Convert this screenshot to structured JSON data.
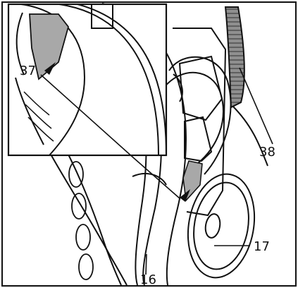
{
  "labels": {
    "label_37": "37",
    "label_38": "38",
    "label_17": "17",
    "label_16": "16"
  },
  "colors": {
    "ink": "#111111",
    "shade": "#a8a8a8",
    "belt": "#8f8f8f",
    "paper": "#ffffff"
  }
}
